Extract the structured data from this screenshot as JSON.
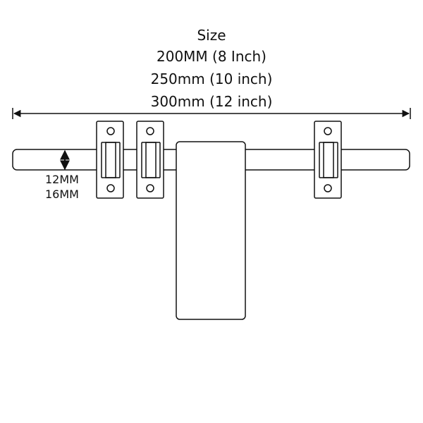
{
  "size_block": {
    "heading": "Size",
    "options": [
      "200MM (8 Inch)",
      "250mm (10 inch)",
      "300mm (12 inch)"
    ]
  },
  "diameter_block": {
    "options": [
      "12MM",
      "16MM"
    ]
  },
  "colors": {
    "stroke": "#111111",
    "background": "#ffffff"
  }
}
